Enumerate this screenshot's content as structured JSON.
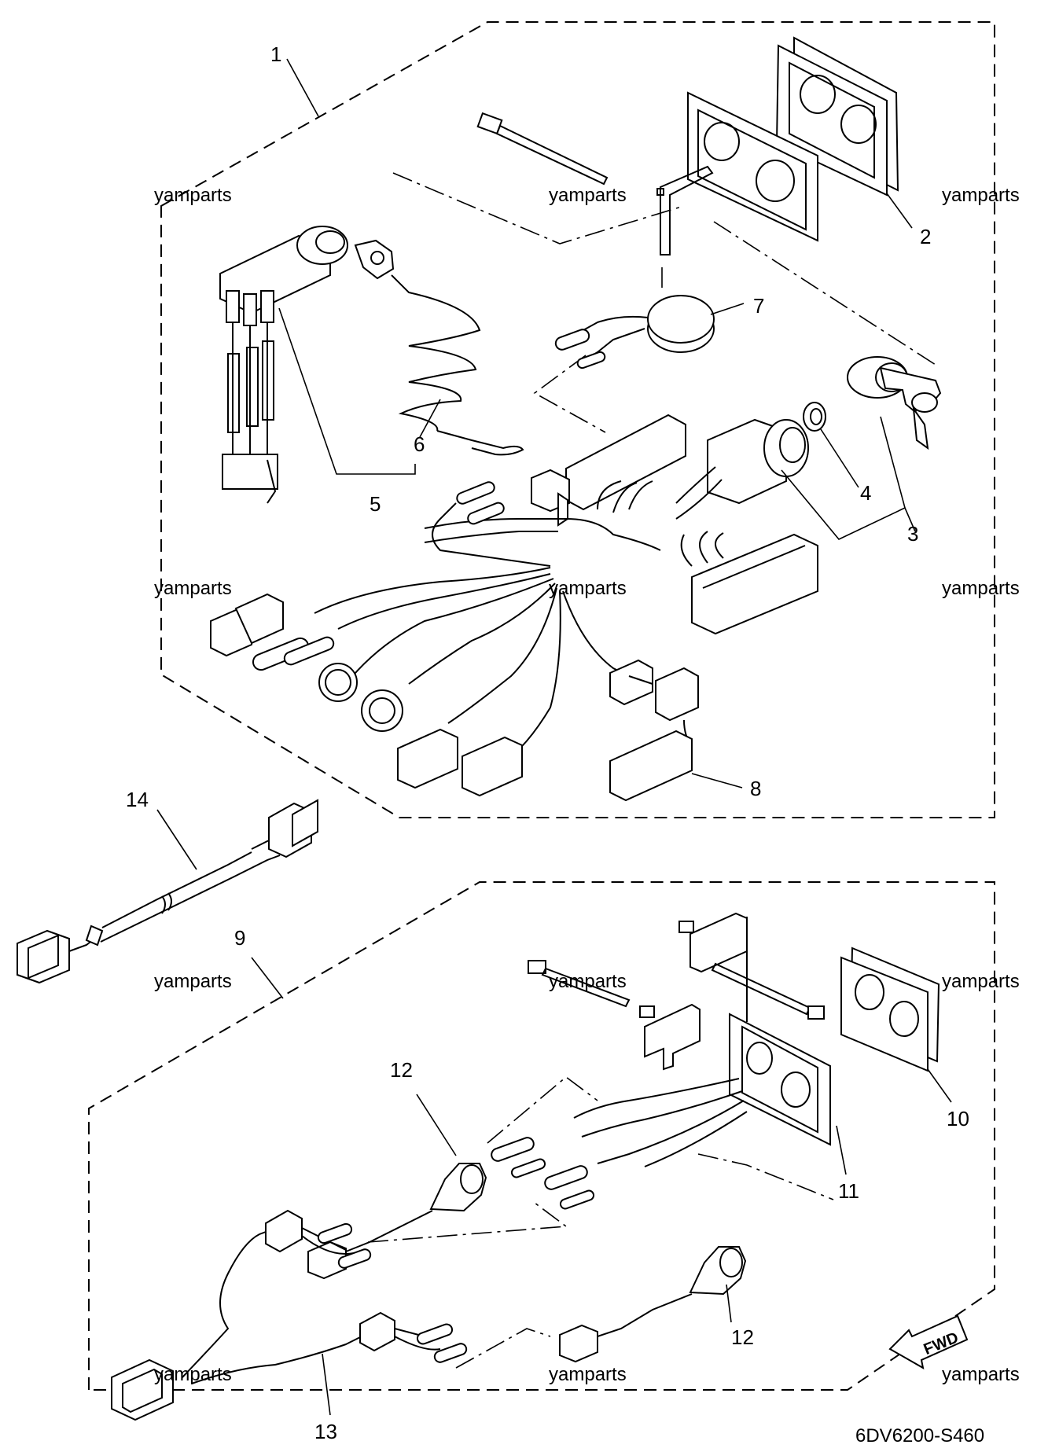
{
  "callouts": {
    "c1": "1",
    "c2": "2",
    "c3": "3",
    "c4": "4",
    "c5": "5",
    "c6": "6",
    "c7": "7",
    "c8": "8",
    "c9": "9",
    "c10": "10",
    "c11": "11",
    "c12a": "12",
    "c12b": "12",
    "c13": "13",
    "c14": "14"
  },
  "watermark": "yamparts",
  "fwd_label": "FWD",
  "diagram_code": "6DV6200-S460"
}
